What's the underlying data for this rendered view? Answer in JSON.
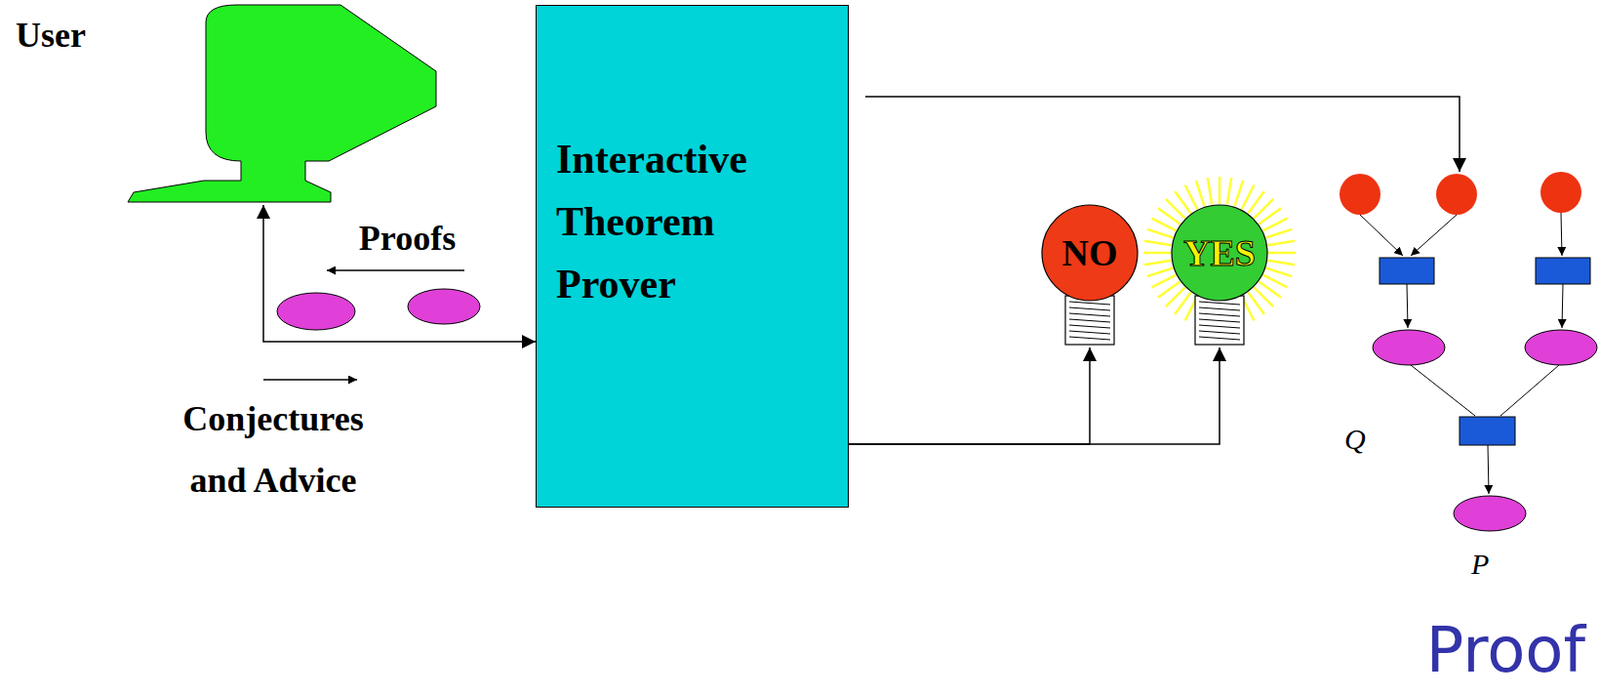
{
  "diagram": {
    "nodes": [
      {
        "text": [
          "User"
        ]
      },
      {
        "text": [
          "Interactive Theorem Prover"
        ]
      },
      {
        "text": [
          "NO"
        ]
      },
      {
        "text": [
          "YES"
        ]
      }
    ],
    "edges": [
      {
        "from": 0,
        "to": 1,
        "arrow": "both"
      },
      {
        "from": 1,
        "to": 2,
        "arrow": "to"
      },
      {
        "from": 1,
        "to": 3,
        "arrow": "to"
      }
    ],
    "labels": [
      "Proofs",
      "Conjectures and Advice",
      "Q",
      "P",
      "Proof"
    ]
  }
}
